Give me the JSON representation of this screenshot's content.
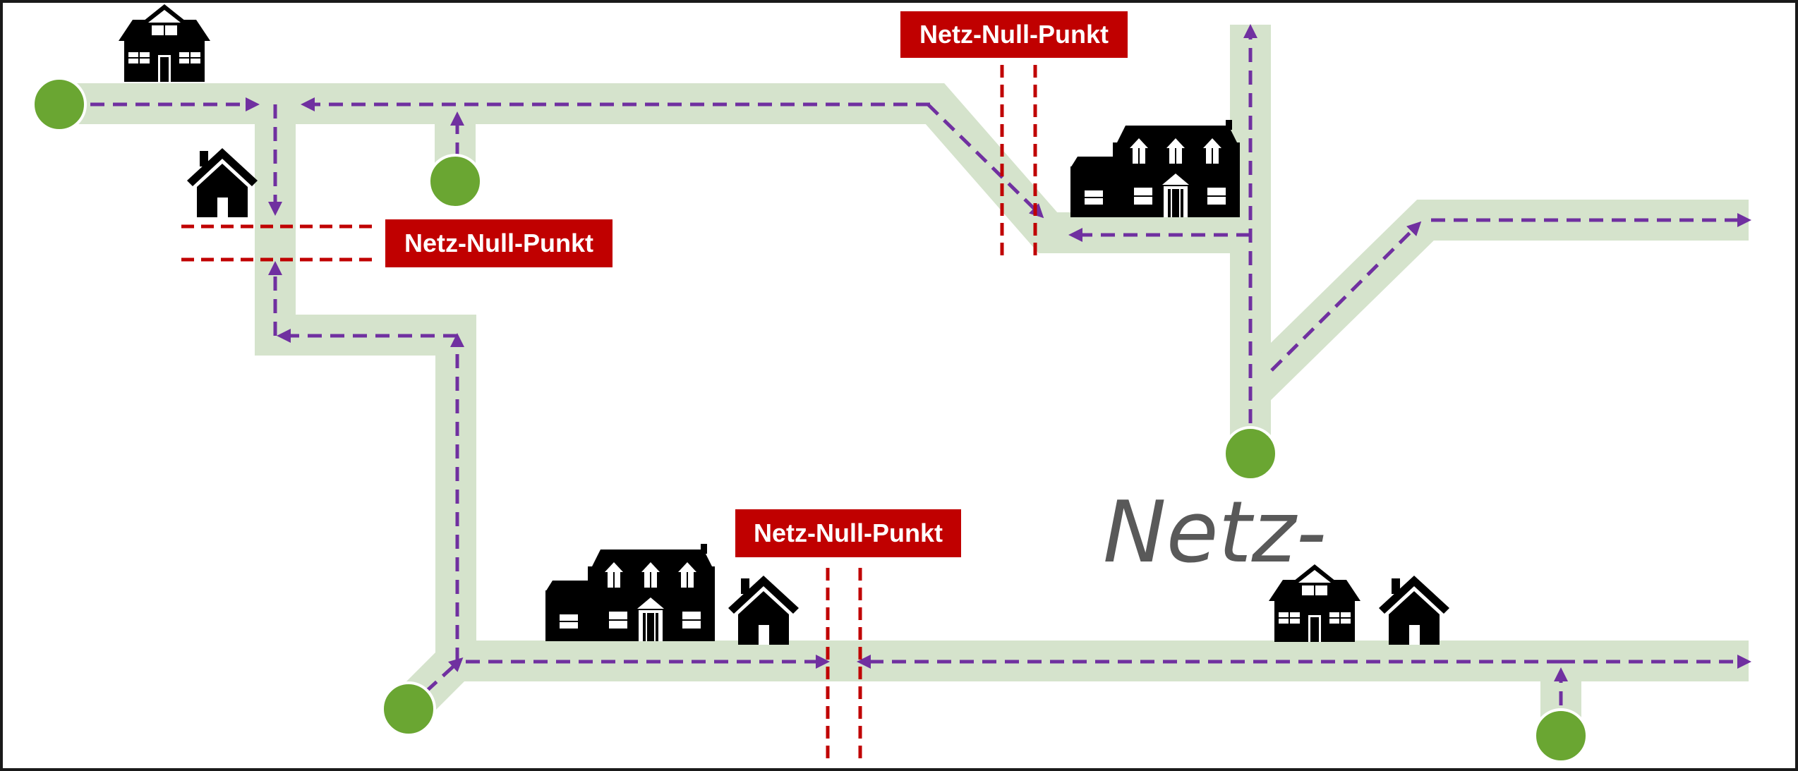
{
  "title": "Netz-",
  "labels": {
    "nnp_left": "Netz-Null-Punkt",
    "nnp_top": "Netz-Null-Punkt",
    "nnp_bottom": "Netz-Null-Punkt"
  },
  "colors": {
    "corridor": "#d5e3cc",
    "flow_arrow": "#7030a0",
    "feed_in_node": "#6aa632",
    "separation_line": "#c00000",
    "label_bg": "#c00000",
    "house": "#000000",
    "frame": "#1a1a1a"
  },
  "icons": {
    "feed_in_node": "green-circle-icon",
    "house_small": "house-icon",
    "house_dormer": "dormer-house-icon",
    "house_large": "large-house-icon"
  }
}
